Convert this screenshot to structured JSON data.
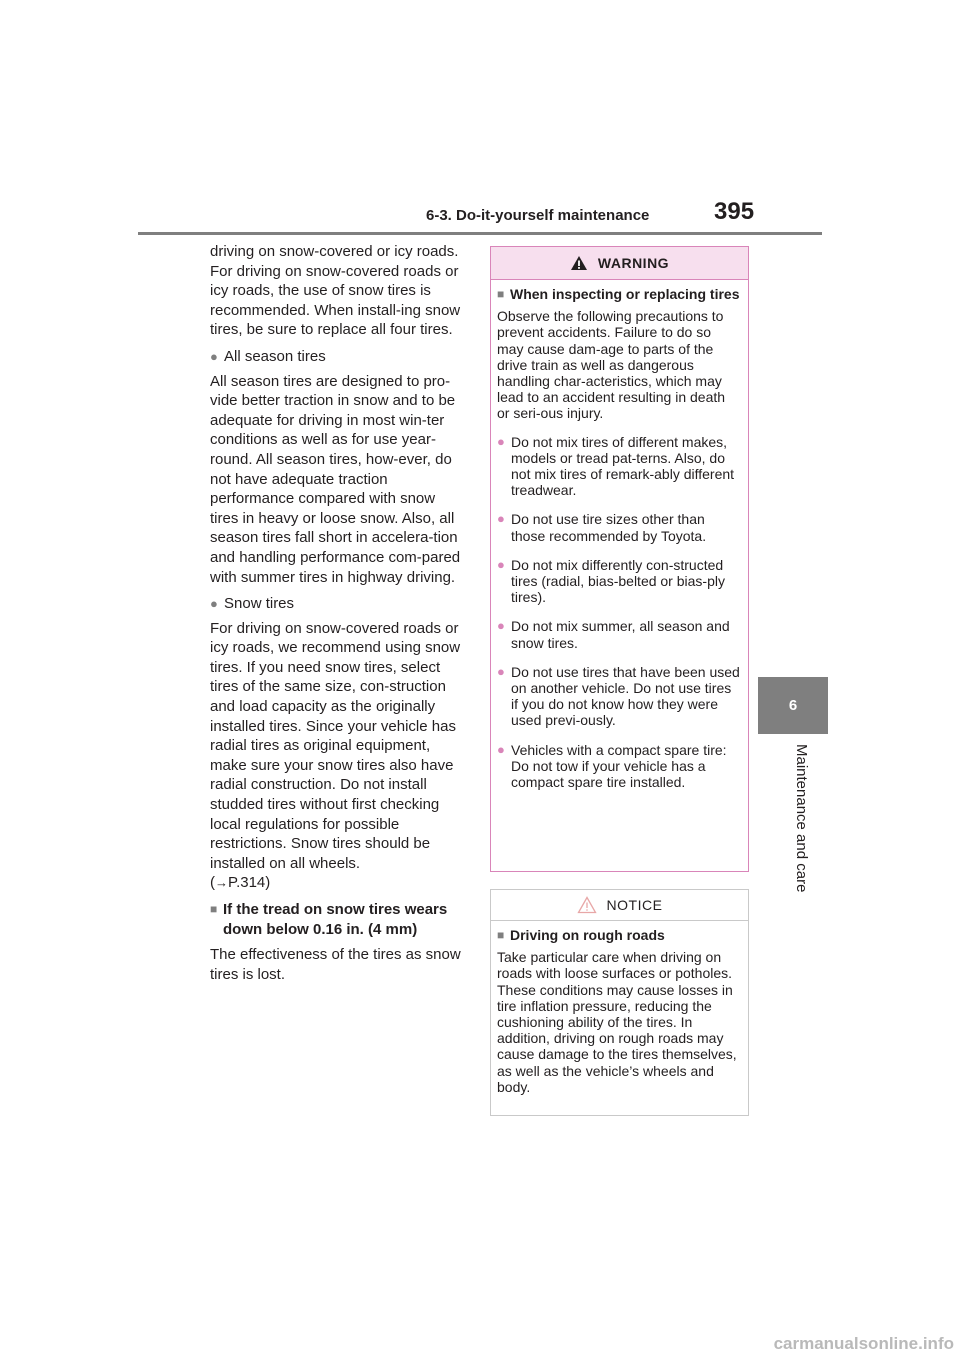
{
  "header": {
    "section": "6-3. Do-it-yourself maintenance",
    "page_number": "395"
  },
  "side": {
    "chapter_number": "6",
    "chapter_title": "Maintenance and care"
  },
  "left": {
    "intro": "driving on snow-covered or icy roads. For driving on snow-covered roads or icy roads, the use of snow tires is recommended. When install-ing snow tires, be sure to replace all four tires.",
    "all_season_heading": "All season tires",
    "all_season_text": "All season tires are designed to pro-vide better traction in snow and to be adequate for driving in most win-ter conditions as well as for use year-round. All season tires, how-ever, do not have adequate traction performance compared with snow tires in heavy or loose snow. Also, all season tires fall short in accelera-tion and handling performance com-pared with summer tires in highway driving.",
    "snow_heading": "Snow tires",
    "snow_text": "For driving on snow-covered roads or icy roads, we recommend using snow tires. If you need snow tires, select tires of the same size, con-struction and load capacity as the originally installed tires. Since your vehicle has radial tires as original equipment, make sure your snow tires also have radial construction. Do not install studded tires without first checking local regulations for possible restrictions. Snow tires should be installed on all wheels.",
    "snow_ref": "P.314)",
    "tread_heading": "If the tread on snow tires wears down below 0.16 in. (4 mm)",
    "tread_text": "The effectiveness of the tires as snow tires is lost."
  },
  "warning": {
    "title": "WARNING",
    "subhead": "When inspecting or replacing tires",
    "intro": "Observe the following precautions to prevent accidents. Failure to do so may cause dam-age to parts of the drive train as well as dangerous handling char-acteristics, which may lead to an accident resulting in death or seri-ous injury.",
    "items": [
      "Do not mix tires of different makes, models or tread pat-terns. Also, do not mix tires of remark-ably different treadwear.",
      "Do not use tire sizes other than those recommended by Toyota.",
      "Do not mix differently con-structed tires (radial, bias-belted or bias-ply tires).",
      "Do not mix summer, all season and snow tires.",
      "Do not use tires that have been used on another vehicle. Do not use tires if you do not know how they were used previ-ously.",
      "Vehicles with a compact spare tire: Do not tow if your vehicle has a compact spare tire installed."
    ]
  },
  "notice": {
    "title": "NOTICE",
    "subhead": "Driving on rough roads",
    "text": "Take particular care when driving on roads with loose surfaces or potholes. These conditions may cause losses in tire inflation pressure, reducing the cushioning ability of the tires. In addition, driving on rough roads may cause damage to the tires themselves, as well as the vehicle’s wheels and body."
  },
  "footer": {
    "watermark": "carmanualsonline.info"
  },
  "colors": {
    "warning_accent": "#d985b9",
    "warning_fill": "#f7dfee",
    "rule_gray": "#7f7f7f"
  }
}
